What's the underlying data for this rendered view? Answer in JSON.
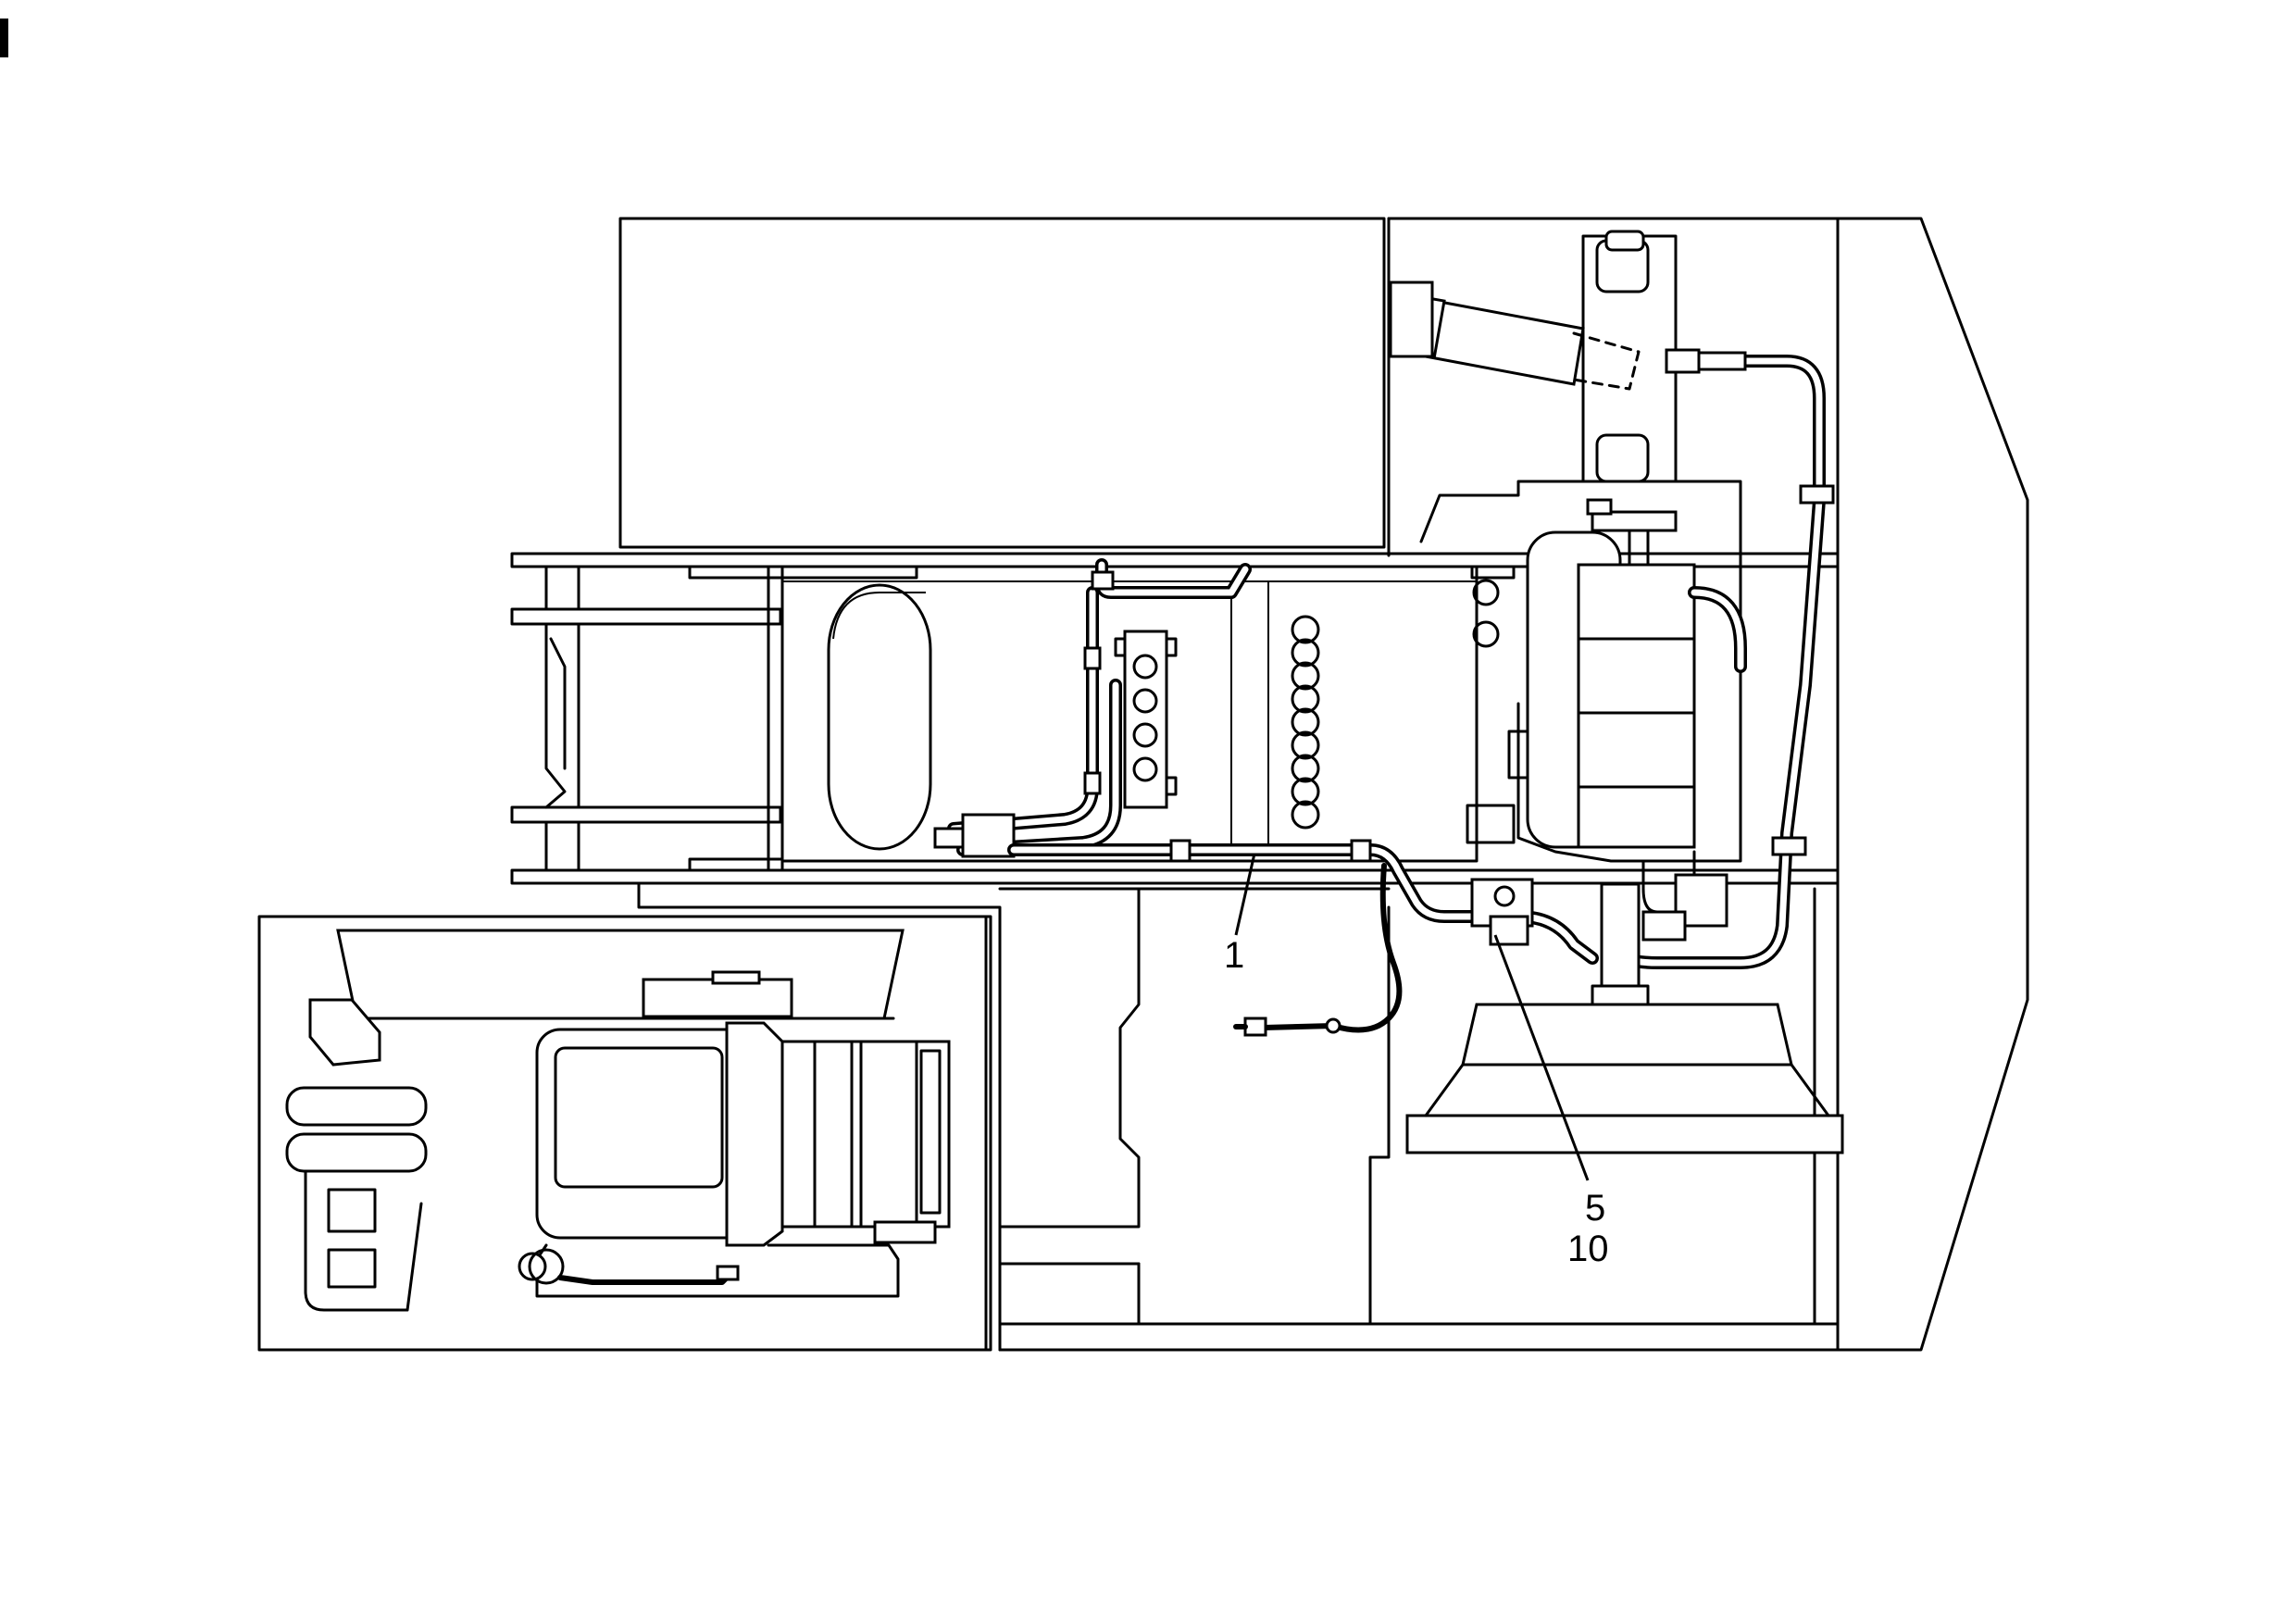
{
  "callouts": {
    "c1": "1",
    "c5": "5",
    "c10": "10"
  },
  "colors": {
    "line": "#000000",
    "background": "#ffffff"
  }
}
